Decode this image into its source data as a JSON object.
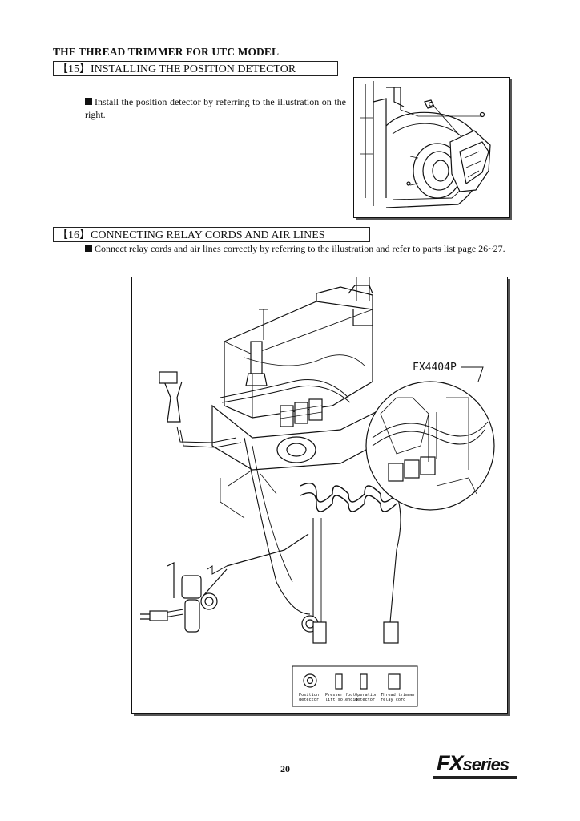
{
  "document": {
    "title": "THE THREAD TRIMMER FOR UTC MODEL",
    "page_number": "20",
    "brand": {
      "main": "FX",
      "suffix": "series"
    }
  },
  "section15": {
    "heading": "【15】INSTALLING THE POSITION DETECTOR",
    "text": "Install the position detector by referring to the illustration on the right."
  },
  "section16": {
    "heading": "【16】CONNECTING RELAY CORDS AND AIR LINES",
    "text": "Connect relay cords and air lines correctly by referring to the illustration and refer to parts list page 26~27."
  },
  "figure2": {
    "callout": "FX4404P",
    "connectors": [
      {
        "line1": "Position",
        "line2": "detector"
      },
      {
        "line1": "Presser foot",
        "line2": "lift solenoid"
      },
      {
        "line1": "Operation",
        "line2": "detector"
      },
      {
        "line1": "Thread trimmer",
        "line2": "relay cord"
      }
    ]
  }
}
